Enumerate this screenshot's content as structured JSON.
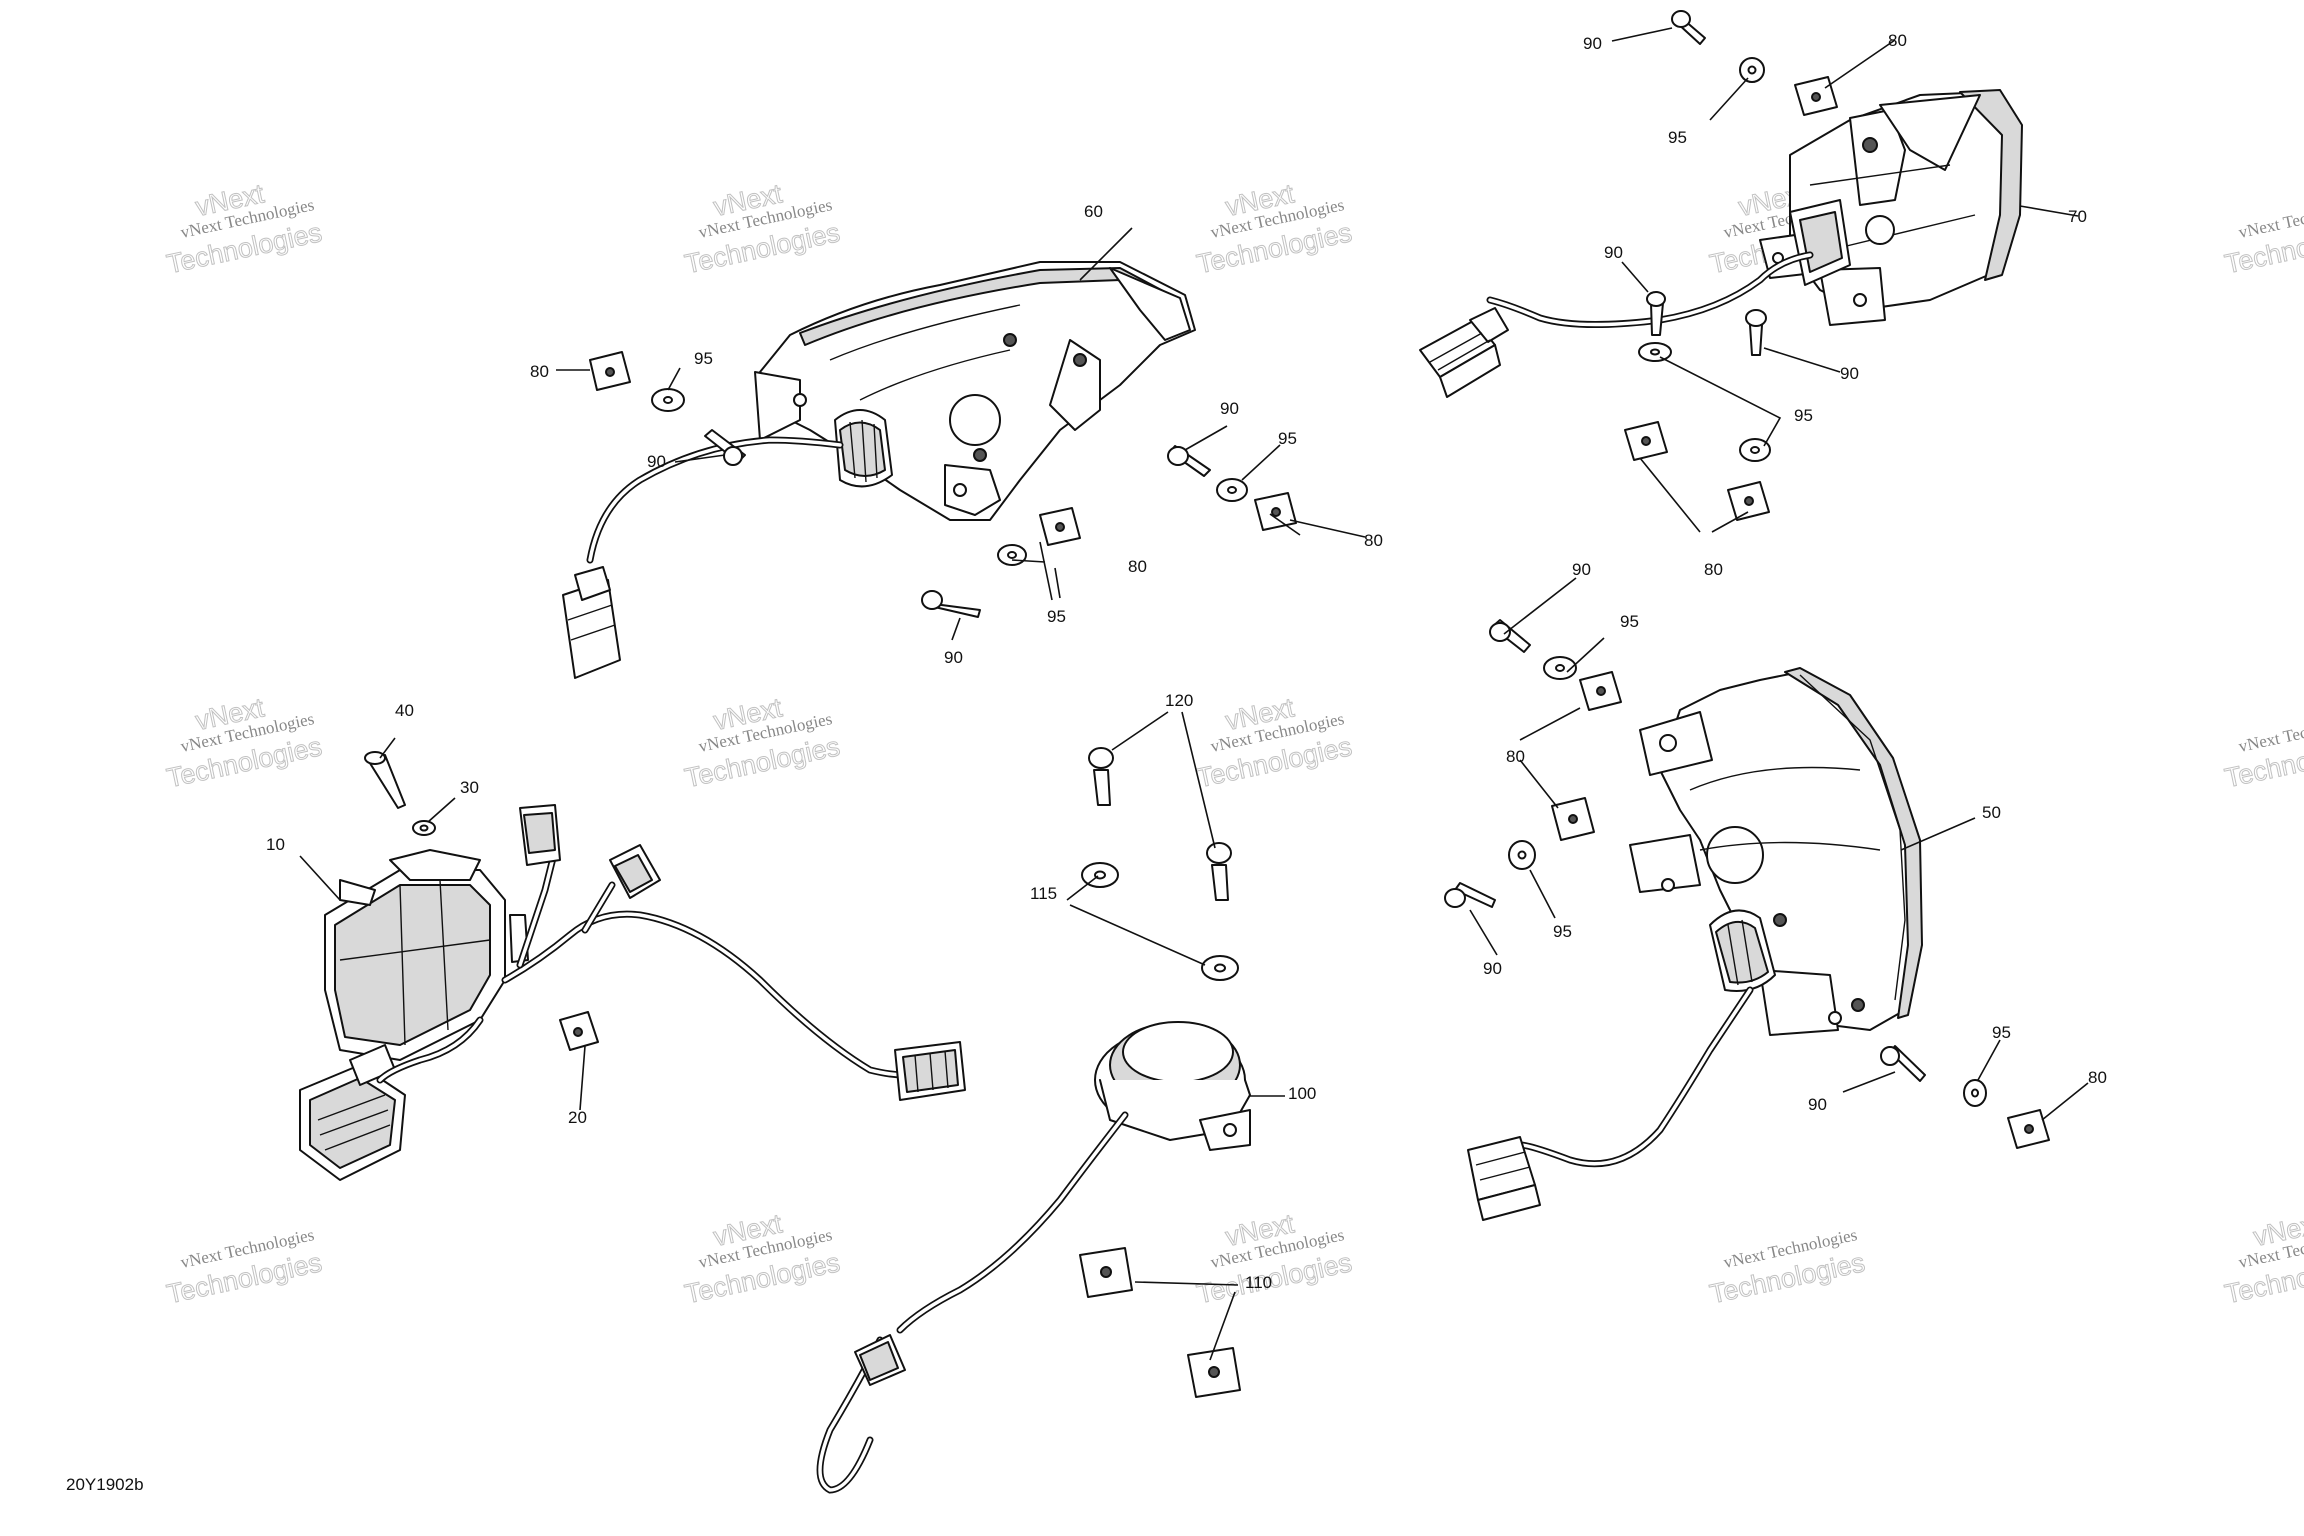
{
  "drawing_code": "20Y1902b",
  "watermark": {
    "line1": "vNext Technologies",
    "line2": "Technologies",
    "overlay": "vNext"
  },
  "callouts": {
    "c10": "10",
    "c20": "20",
    "c30": "30",
    "c40": "40",
    "c50": "50",
    "c60": "60",
    "c70": "70",
    "c80": "80",
    "c90": "90",
    "c95": "95",
    "c100": "100",
    "c110": "110",
    "c115": "115",
    "c120": "120"
  }
}
